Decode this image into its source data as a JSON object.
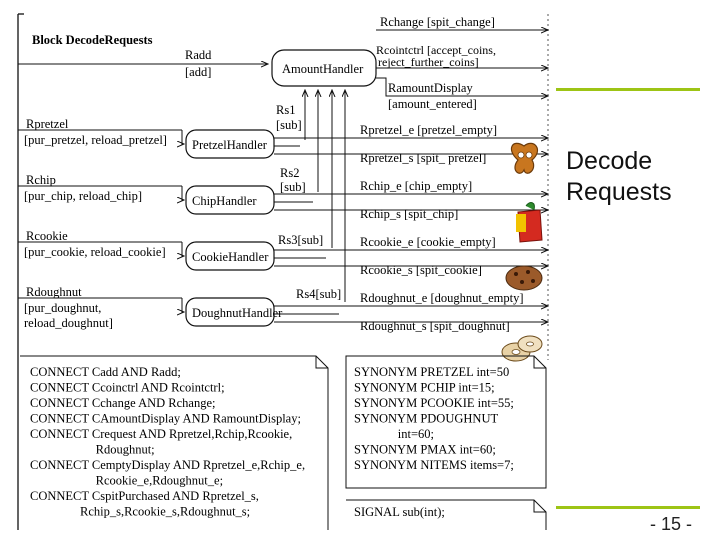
{
  "slide": {
    "title_line1": "Decode",
    "title_line2": "Requests",
    "page_number": "- 15 -",
    "accent_color": "#9dc415"
  },
  "diagram": {
    "block_label": "Block DecodeRequests",
    "top_outputs": {
      "rchange": "Rchange  [spit_change]",
      "rcoinctrl_1": "Rcointctrl [accept_coins,",
      "rcoinctrl_2": "reject_further_coins]",
      "ramount_1": "RamountDisplay",
      "ramount_2": "[amount_entered]"
    },
    "amount_handler": {
      "name": "AmountHandler",
      "input_1": "Radd",
      "input_2": "[add]"
    },
    "subroutes": {
      "rs1_1": "Rs1",
      "rs1_2": "[sub]",
      "rs2_1": "Rs2",
      "rs2_2": "[sub]",
      "rs3": "Rs3[sub]",
      "rs4": "Rs4[sub]"
    },
    "handlers": [
      {
        "name": "PretzelHandler",
        "input_1": "Rpretzel",
        "input_2": "[pur_pretzel, reload_pretzel]",
        "output_e": "Rpretzel_e [pretzel_empty]",
        "output_s": "Rpretzel_s [spit_ pretzel]",
        "icon": "pretzel-icon"
      },
      {
        "name": "ChipHandler",
        "input_1": "Rchip",
        "input_2": "[pur_chip, reload_chip]",
        "output_e": "Rchip_e  [chip_empty]",
        "output_s": "Rchip_s  [spit_chip]",
        "icon": "chips-bag-icon"
      },
      {
        "name": "CookieHandler",
        "input_1": "Rcookie",
        "input_2": "[pur_cookie, reload_cookie]",
        "output_e": "Rcookie_e  [cookie_empty]",
        "output_s": "Rcookie_s  [spit_cookie]",
        "icon": "cookie-icon"
      },
      {
        "name": "DoughnutHandler",
        "input_1": "Rdoughnut",
        "input_2": "[pur_doughnut,",
        "input_3": "reload_doughnut]",
        "output_e": "Rdoughnut_e [doughnut_empty]",
        "output_s": "Rdoughnut_s [spit_doughnut]",
        "icon": "doughnut-icon"
      }
    ],
    "connect_lines": [
      "CONNECT Cadd AND Radd;",
      "CONNECT Ccoinctrl AND Rcointctrl;",
      "CONNECT Cchange AND Rchange;",
      "CONNECT CAmountDisplay AND RamountDisplay;",
      "CONNECT Crequest AND Rpretzel,Rchip,Rcookie,",
      "                     Rdoughnut;",
      "CONNECT CemptyDisplay AND Rpretzel_e,Rchip_e,",
      "                     Rcookie_e,Rdoughnut_e;",
      "CONNECT CspitPurchased AND Rpretzel_s,",
      "                Rchip_s,Rcookie_s,Rdoughnut_s;"
    ],
    "synonym_lines": [
      "SYNONYM PRETZEL int=50",
      "SYNONYM PCHIP int=15;",
      "SYNONYM PCOOKIE int=55;",
      "SYNONYM PDOUGHNUT",
      "              int=60;",
      "SYNONYM PMAX int=60;",
      "SYNONYM NITEMS items=7;"
    ],
    "signal_line": "SIGNAL sub(int);"
  }
}
